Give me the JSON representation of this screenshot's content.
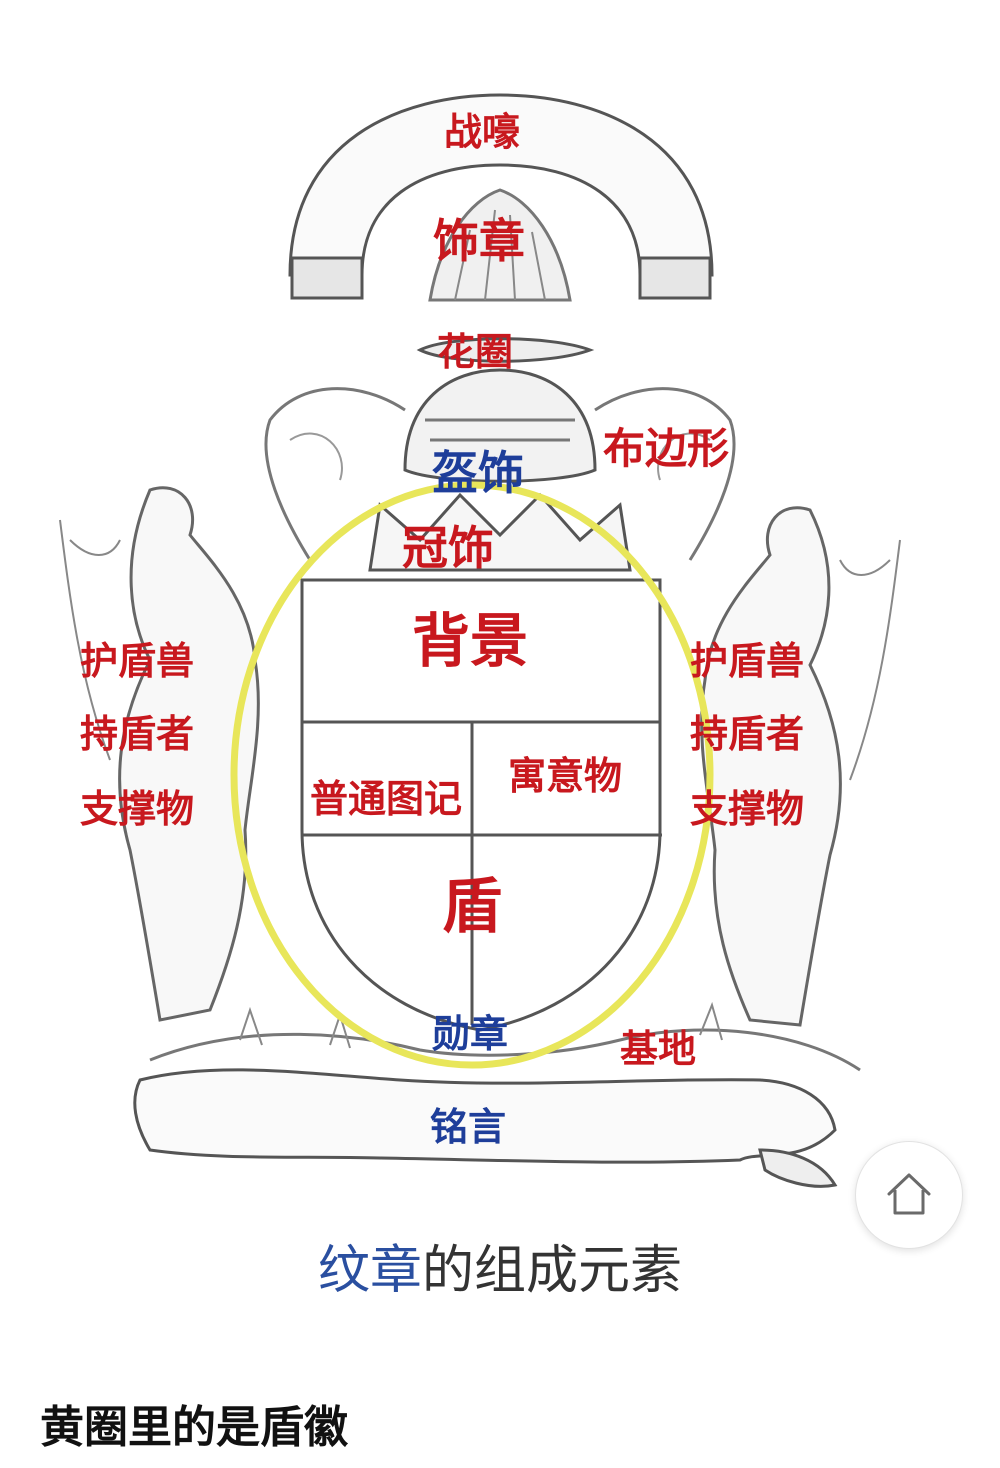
{
  "labels": {
    "war_cry": "战嚎",
    "crest": "饰章",
    "wreath": "花圈",
    "mantling": "布边形",
    "helm": "盔饰",
    "crown": "冠饰",
    "supporters_left": [
      "护盾兽",
      "持盾者",
      "支撑物"
    ],
    "supporters_right": [
      "护盾兽",
      "持盾者",
      "支撑物"
    ],
    "field": "背景",
    "ordinary": "普通图记",
    "charge": "寓意物",
    "shield": "盾",
    "order": "勋章",
    "compartment": "基地",
    "motto": "铭言"
  },
  "caption": {
    "highlight": "纹章",
    "rest": "的组成元素"
  },
  "footer_note": "黄圈里的是盾徽",
  "icons": {
    "home": "home-icon"
  },
  "colors": {
    "label_red": "#c8181e",
    "label_blue": "#1e3e9a",
    "ellipse": "#e8e65a",
    "line": "#555555"
  }
}
